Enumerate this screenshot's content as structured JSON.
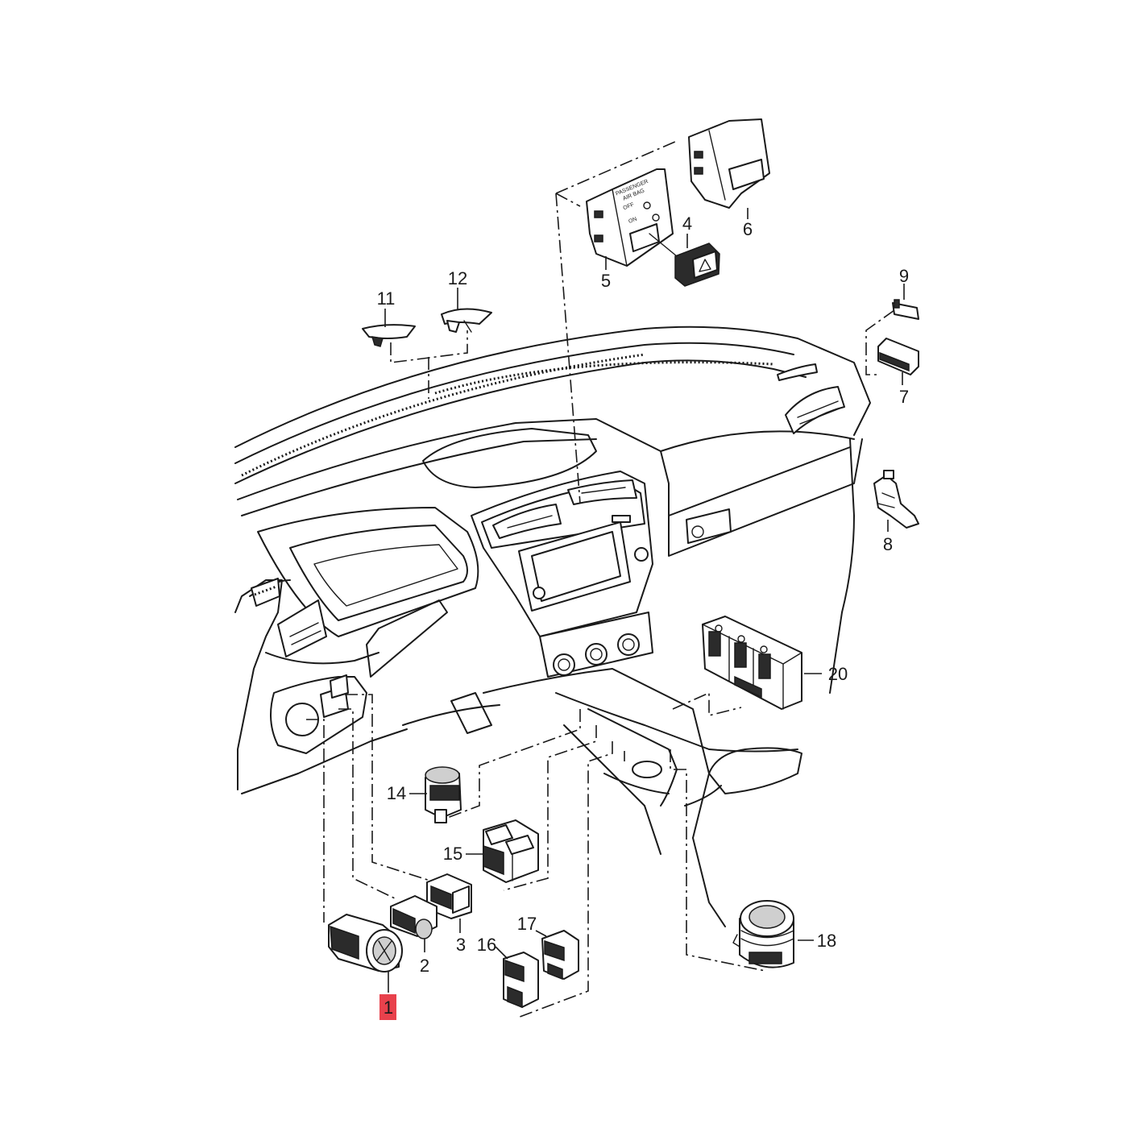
{
  "panel_label_lines": [
    "PASSENGER",
    "AIR BAG",
    "OFF",
    "ON"
  ],
  "highlight_color": "#e8414c",
  "callouts": [
    {
      "id": "1",
      "label": "1",
      "highlighted": true
    },
    {
      "id": "2",
      "label": "2"
    },
    {
      "id": "3",
      "label": "3"
    },
    {
      "id": "4",
      "label": "4"
    },
    {
      "id": "5",
      "label": "5"
    },
    {
      "id": "6",
      "label": "6"
    },
    {
      "id": "7",
      "label": "7"
    },
    {
      "id": "8",
      "label": "8"
    },
    {
      "id": "9",
      "label": "9"
    },
    {
      "id": "11",
      "label": "11"
    },
    {
      "id": "12",
      "label": "12"
    },
    {
      "id": "14",
      "label": "14"
    },
    {
      "id": "15",
      "label": "15"
    },
    {
      "id": "16",
      "label": "16"
    },
    {
      "id": "17",
      "label": "17"
    },
    {
      "id": "18",
      "label": "18"
    },
    {
      "id": "20",
      "label": "20"
    }
  ]
}
